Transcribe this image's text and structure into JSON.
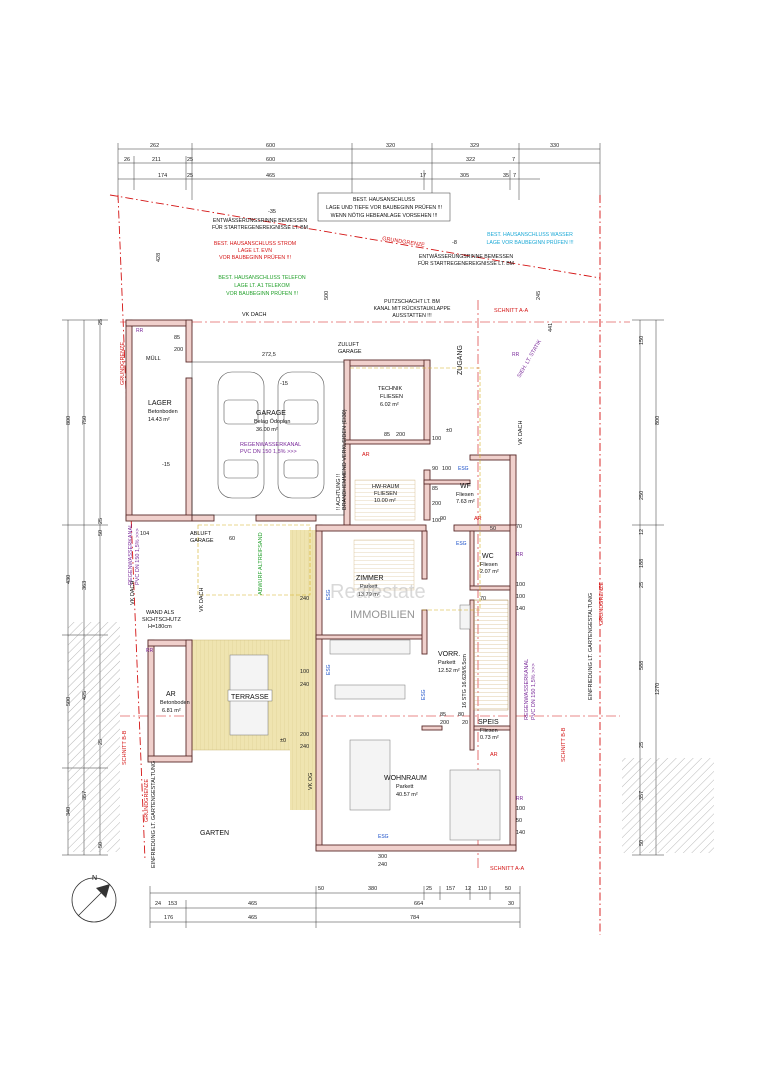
{
  "dims": {
    "top_row1": [
      "262",
      "600",
      "320",
      "329",
      "330"
    ],
    "top_row2": [
      "26",
      "211",
      "25",
      "600",
      "322",
      "7"
    ],
    "top_row3": [
      "174",
      "25",
      "465",
      "17",
      "305",
      "35",
      "7"
    ],
    "bottom_row1": [
      "50",
      "380",
      "25",
      "157",
      "12",
      "110",
      "50"
    ],
    "bottom_row2": [
      "24",
      "153",
      "465",
      "664",
      "30"
    ],
    "bottom_row3": [
      "176",
      "465",
      "784"
    ],
    "left_outer": [
      "800",
      "430",
      "500",
      "340"
    ],
    "left_mid": [
      "750",
      "363",
      "425",
      "357"
    ],
    "left_inner": [
      "25",
      "25",
      "50",
      "25",
      "50"
    ],
    "right_inner": [
      "150",
      "250",
      "12",
      "188",
      "25",
      "25",
      "357",
      "50"
    ],
    "right_outer": [
      "800",
      "1270"
    ],
    "right_mid": [
      "588"
    ],
    "misc": [
      "85",
      "200",
      "500",
      "272,5",
      "85",
      "200",
      "100",
      "60",
      "104",
      "85",
      "200",
      "100",
      "50",
      "70",
      "100",
      "100",
      "140",
      "240",
      "100",
      "240",
      "200",
      "240",
      "300",
      "240",
      "50",
      "70",
      "100",
      "140",
      "90",
      "100",
      "90",
      "85",
      "200",
      "80",
      "20",
      "428",
      "245",
      "441"
    ]
  },
  "labels": {
    "vk_dach_top": "VK DACH",
    "lager": "LAGER",
    "lager_floor": "Betonboden",
    "lager_area": "14.43 m²",
    "muell": "MÜLL",
    "garage": "GARAGE",
    "garage_floor": "Belag Ödoplan",
    "garage_area": "36.00 m²",
    "rain_canal_garage": "REGENWASSERKANAL",
    "rain_canal_garage_sub": "PVC DN 150 1,5% >>>",
    "zuluft": "ZULUFT",
    "zuluft_sub": "GARAGE",
    "technik": "TECHNIK",
    "technik_floor": "FLIESEN",
    "technik_area": "6.02 m²",
    "zugang": "ZUGANG",
    "hw_raum": "HW-RAUM",
    "hw_floor": "FLIESEN",
    "hw_area": "10.00 m²",
    "wf": "WF",
    "wf_floor": "Fliesen",
    "wf_area": "7.63 m²",
    "wc": "WC",
    "wc_floor": "Fliesen",
    "wc_area": "2.07 m²",
    "zimmer": "ZIMMER",
    "zimmer_floor": "Parkett",
    "zimmer_area": "13.79 m²",
    "vorr": "VORR.",
    "vorr_floor": "Parkett",
    "vorr_area": "12.52 m²",
    "stairs": "16 STG 16.628/6.5cm",
    "speis": "SPEIS",
    "speis_floor": "Fliesen",
    "speis_area": "0.73 m²",
    "wohnraum": "WOHNRAUM",
    "wohnraum_floor": "Parkett",
    "wohnraum_area": "40.57 m²",
    "terrasse": "TERRASSE",
    "garten": "GARTEN",
    "ar_small": "AR",
    "ar_small_floor": "Betonboden",
    "ar_small_area": "6.81 m²",
    "abluft": "ABLUFT",
    "abluft_sub": "GARAGE",
    "wand1": "WAND ALS",
    "wand2": "SICHTSCHUTZ",
    "wand3": "H=180cm",
    "vk_dach_left": "VK DACH",
    "vk_og": "VK OG",
    "vk_dach_right": "VK DACH",
    "grundgrenze": "GRUNDGRENZE",
    "enfriedung_left": "EINFRIEDUNG LT. GARTENGESTALTUNG",
    "enfriedung_right": "EINFRIEDUNG LT. GARTENGESTALTUNG",
    "schnitt_aa": "SCHNITT A-A",
    "schnitt_bb": "SCHNITT B-B",
    "statik": "SIEH. LT. STATIK",
    "achtung1": "!! ACHTUNG !!",
    "achtung2": "BRANDHEMMEND VERKLEIDEN (EI30)",
    "abwurf": "ABWURF ALTREIFSAND",
    "rain_canal_left": "REGENWASSERKANAL",
    "rain_canal_left_sub": "PVC DN 150 1,5% >>>",
    "rain_canal_right": "REGENWASSERKANAL",
    "rain_canal_right_sub": "PVC DN 150 1,5% >>>",
    "watermark": "Realestate",
    "watermark2": "IMMOBILIEN",
    "north": "N",
    "esg": "ESG",
    "rr": "RR",
    "ar": "AR",
    "level_pm0": "±0",
    "level_m15": "-15",
    "level_m35": "-35",
    "level_m8": "-8"
  },
  "notes": {
    "hausanschluss": [
      "BEST. HAUSANSCHLUSS",
      "LAGE UND TIEFE VOR BAUBEGINN PRÜFEN !!!",
      "WENN NÖTIG HEBEANLAGE VORSEHEN !!!"
    ],
    "rinne_left": [
      "ENTWÄSSERUNGSRINNE BEMESSEN",
      "FÜR STARTREGENEREIGNISSE LT. BM"
    ],
    "strom": [
      "BEST. HAUSANSCHLUSS STROM",
      "LAGE LT. EVN",
      "VOR BAUBEGINN PRÜFEN !!!"
    ],
    "telefon": [
      "BEST. HAUSANSCHLUSS TELEFON",
      "LAGE LT. A1 TELEKOM",
      "VOR BAUBEGINN PRÜFEN !!!"
    ],
    "wasser": [
      "BEST. HAUSANSCHLUSS WASSER",
      "LAGE VOR BAUBEGINN PRÜFEN !!!"
    ],
    "rinne_right": [
      "ENTWÄSSERUNGSRINNE BEMESSEN",
      "FÜR STARTREGENEREIGNISSE LT. BM"
    ],
    "putzschacht": [
      "PUTZSCHACHT LT. BM",
      "KANAL MIT RÜCKSTAUKLAPPE",
      "AUSSTATTEN !!!"
    ]
  },
  "colors": {
    "wall_fill": "#f0d0cc",
    "wall_stroke": "#5a2a2a",
    "dash_red": "#d41414",
    "terrace": "#efe4b0",
    "note_red": "#d41414",
    "note_green": "#22a02a",
    "note_cyan": "#1aa8d6",
    "note_purple": "#7a2a9a",
    "hatch": "#666666"
  }
}
